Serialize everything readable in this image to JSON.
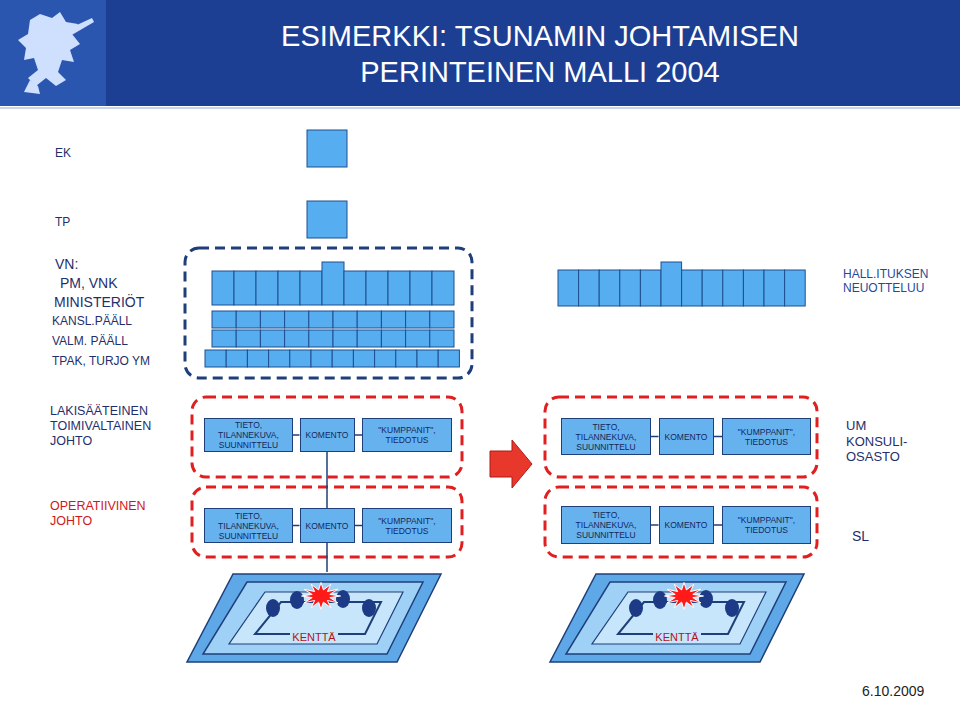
{
  "diagram": {
    "title": "ESIMERKKI: TSUNAMIN JOHTAMISEN PERINTEINEN MALLI 2004",
    "nodes": [
      {
        "text": [
          "TIETO, TILANNEKUVA, SUUNNITTELU"
        ]
      },
      {
        "text": [
          "KOMENTO"
        ]
      },
      {
        "text": [
          "\"KUMPPANIT\", TIEDOTUS"
        ]
      },
      {
        "text": [
          "TIETO, TILANNEKUVA, SUUNNITTELU"
        ]
      },
      {
        "text": [
          "KOMENTO"
        ]
      },
      {
        "text": [
          "\"KUMPPANIT\", TIEDOTUS"
        ]
      },
      {
        "text": [
          "TIETO, TILANNEKUVA, SUUNNITTELU"
        ]
      },
      {
        "text": [
          "KOMENTO"
        ]
      },
      {
        "text": [
          "\"KUMPPANIT\", TIEDOTUS"
        ]
      },
      {
        "text": [
          "TIETO, TILANNEKUVA, SUUNNITTELU"
        ]
      },
      {
        "text": [
          "KOMENTO"
        ]
      },
      {
        "text": [
          "\"KUMPPANIT\", TIEDOTUS"
        ]
      },
      {
        "text": [
          "KENTTÄ"
        ]
      },
      {
        "text": [
          "KENTTÄ"
        ]
      }
    ],
    "edges": [
      {
        "from": 0,
        "to": 1,
        "arrow": "none"
      },
      {
        "from": 1,
        "to": 2,
        "arrow": "none"
      },
      {
        "from": 3,
        "to": 4,
        "arrow": "none"
      },
      {
        "from": 4,
        "to": 5,
        "arrow": "none"
      },
      {
        "from": 6,
        "to": 7,
        "arrow": "none"
      },
      {
        "from": 7,
        "to": 8,
        "arrow": "none"
      },
      {
        "from": 9,
        "to": 10,
        "arrow": "none"
      },
      {
        "from": 10,
        "to": 11,
        "arrow": "none"
      },
      {
        "from": 1,
        "to": 7,
        "arrow": "none"
      },
      {
        "from": 7,
        "to": 12,
        "arrow": "none"
      }
    ],
    "labels": [
      "EK",
      "TP",
      "VN:",
      "PM, VNK",
      "MINISTERIÖT",
      "KANSL.PÄÄLL",
      "VALM. PÄÄLL",
      "TPAK, TURJO YM",
      "HALL.ITUKSEN NEUOTTELUU",
      "LAKISÄÄTEINEN TOIMIVALTAINEN JOHTO",
      "UM KONSULI- OSASTO",
      "OPERATIIVINEN JOHTO",
      "SL",
      "6.10.2009"
    ]
  }
}
